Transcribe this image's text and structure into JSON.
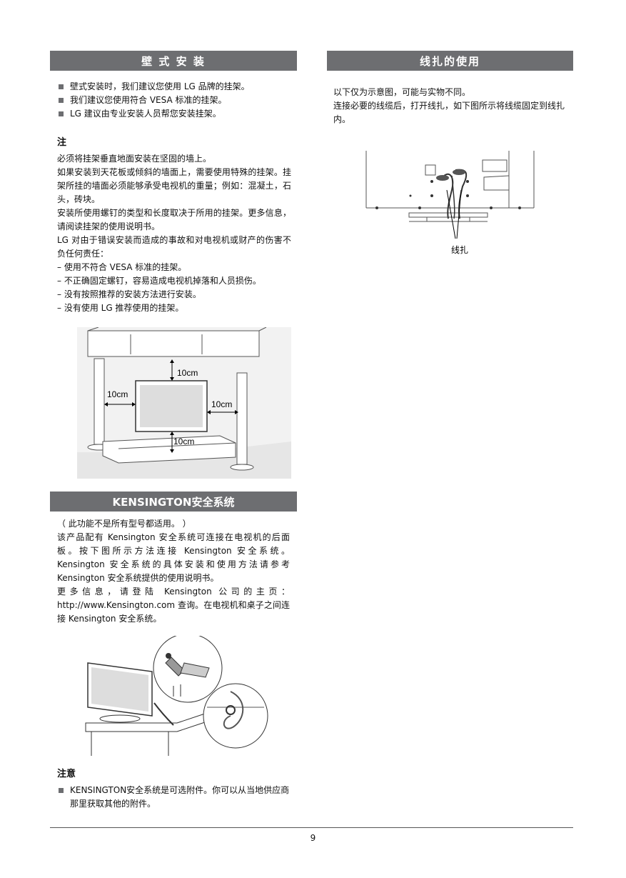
{
  "wall_mount": {
    "header": "壁 式 安 装",
    "bullets": [
      "壁式安装时，我们建议您使用 LG 品牌的挂架。",
      "我们建议您使用符合 VESA 标准的挂架。",
      "LG 建议由专业安装人员帮您安装挂架。"
    ],
    "note_title": "注",
    "note_paragraphs": [
      "必须将挂架垂直地面安装在坚固的墙上。",
      "如果安装到天花板或倾斜的墙面上，需要使用特殊的挂架。挂架所挂的墙面必须能够承受电视机的重量；例如：混凝土，石头，砖块。",
      "安装所使用螺钉的类型和长度取决于所用的挂架。更多信息，请阅读挂架的使用说明书。",
      "LG 对由于错误安装而造成的事故和对电视机或财产的伤害不负任何责任："
    ],
    "dash_items": [
      "– 使用不符合 VESA 标准的挂架。",
      "– 不正确固定螺钉，容易造成电视机掉落和人员损伤。",
      "– 没有按照推荐的安装方法进行安装。",
      "– 没有使用 LG 推荐使用的挂架。"
    ],
    "figure_labels": {
      "top": "10cm",
      "left": "10cm",
      "right": "10cm",
      "bottom": "10cm"
    }
  },
  "kensington": {
    "header": "KENSINGTON安全系统",
    "paragraphs": [
      "（ 此功能不是所有型号都适用。 ）",
      "该产品配有 Kensington 安全系统可连接在电视机的后面板。按下图所示方法连接 Kensington 安全系统。Kensington 安全系统的具体安装和使用方法请参考 Kensington 安全系统提供的使用说明书。",
      "更多信息，请登陆 Kensington 公司的主页：http://www.Kensington.com 查询。在电视机和桌子之间连接 Kensington 安全系统。"
    ],
    "note_title": "注意",
    "note_bullet": "KENSINGTON安全系统是可选附件。你可以从当地供应商那里获取其他的附件。"
  },
  "cable_tie": {
    "header": "线扎的使用",
    "paragraphs": [
      "以下仅为示意图，可能与实物不同。",
      "连接必要的线缆后，打开线扎，如下图所示将线缆固定到线扎内。"
    ],
    "figure_label": "线扎"
  },
  "footer": {
    "page_number": "9"
  }
}
